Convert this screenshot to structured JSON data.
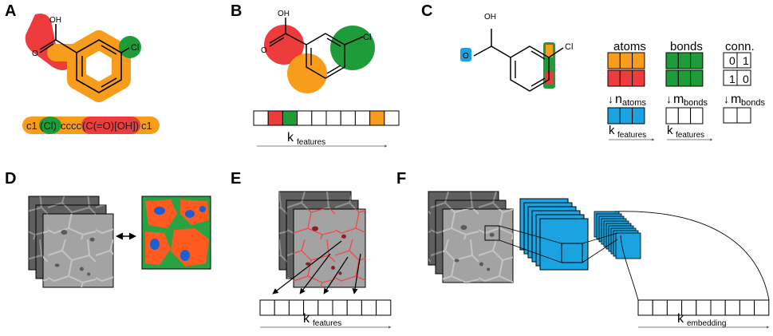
{
  "panels": {
    "a": "A",
    "b": "B",
    "c": "C",
    "d": "D",
    "e": "E",
    "f": "F"
  },
  "molecule": {
    "oh": "OH",
    "o": "O",
    "cl": "Cl"
  },
  "smiles": {
    "part1": "c1",
    "part2": "(Cl)",
    "part3": "cccc",
    "part4": "(C(=O)[OH])",
    "part5": "c1"
  },
  "k_features": {
    "k": "k",
    "sub": "features"
  },
  "k_embedding": {
    "k": "k",
    "sub": "embedding"
  },
  "panel_c": {
    "atoms": "atoms",
    "bonds": "bonds",
    "conn": "conn.",
    "conn_row1": [
      "0",
      "1"
    ],
    "conn_row2": [
      "1",
      "0"
    ],
    "n_atoms": {
      "sym": "n",
      "sub": "atoms"
    },
    "m_bonds_1": {
      "sym": "m",
      "sub": "bonds"
    },
    "m_bonds_2": {
      "sym": "m",
      "sub": "bonds"
    },
    "arrow": "↓"
  },
  "colors": {
    "red": "#ee3b3b",
    "orange": "#f79d1b",
    "green": "#1e9c3a",
    "blue": "#1aa3e0",
    "gray_tile": "#a3a3a3",
    "seg_orange": "#ff5a1f",
    "seg_green": "#27a344"
  }
}
